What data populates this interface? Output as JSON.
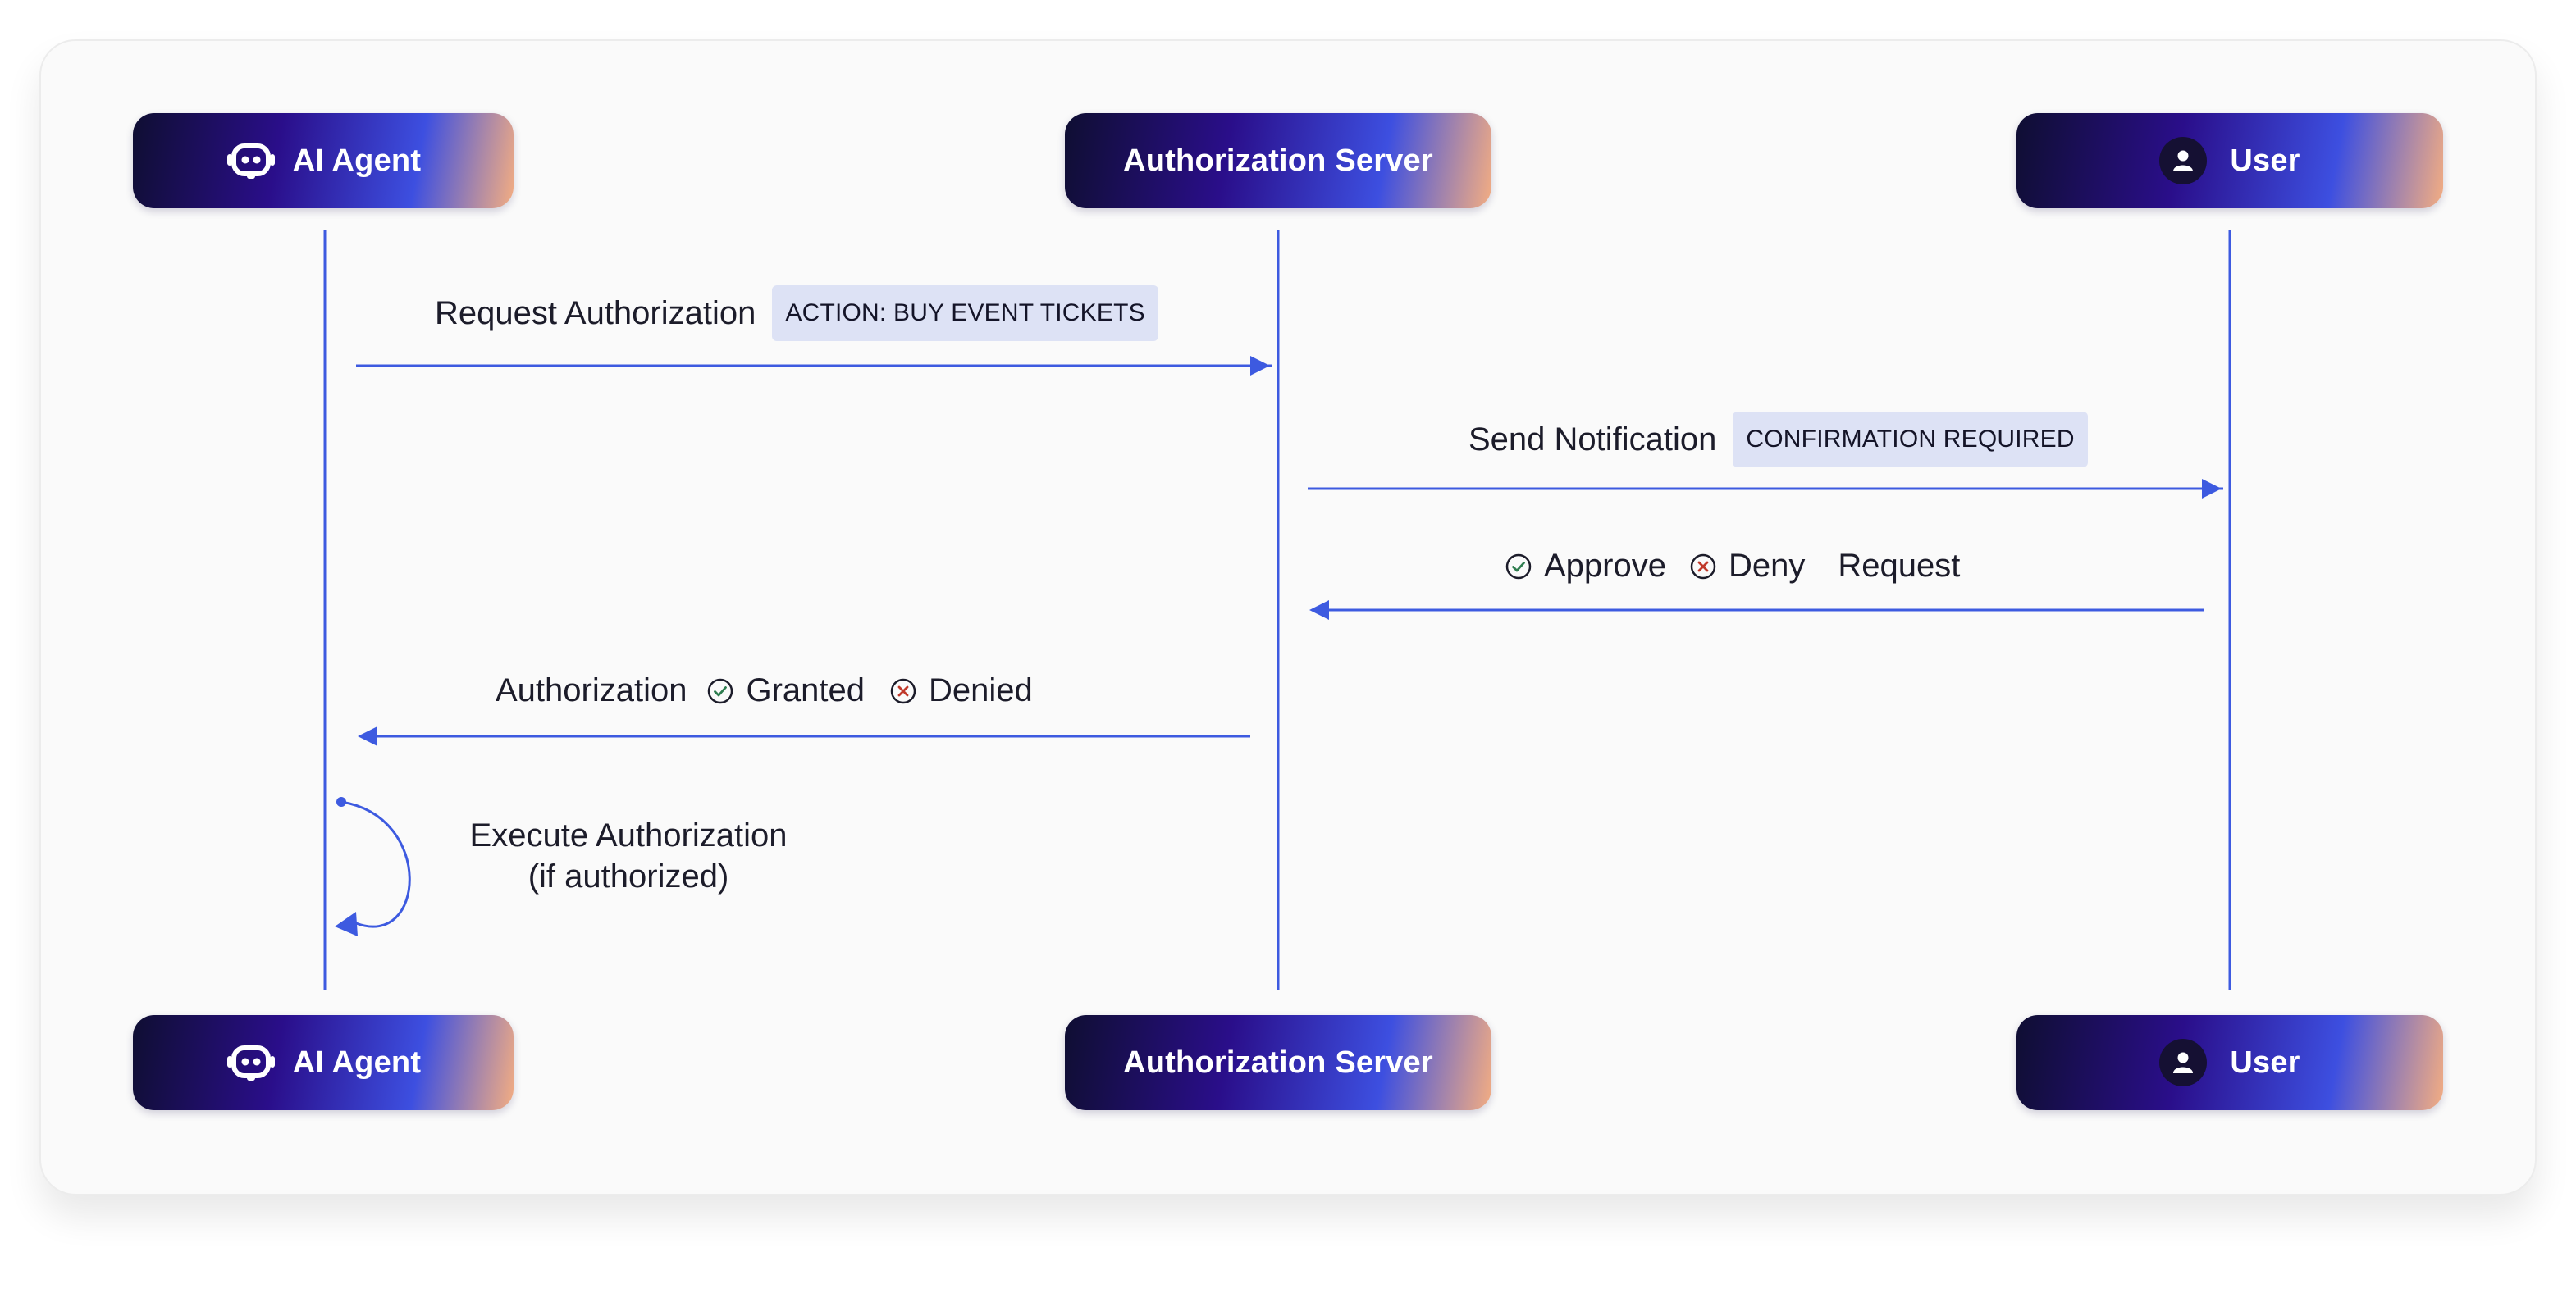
{
  "actors": {
    "agent": {
      "label": "AI Agent",
      "icon": "robot-icon"
    },
    "server": {
      "label": "Authorization Server"
    },
    "user": {
      "label": "User",
      "icon": "user-icon"
    }
  },
  "messages": {
    "request": {
      "text": "Request Authorization",
      "badge": "ACTION: BUY EVENT TICKETS"
    },
    "notify": {
      "text": "Send Notification",
      "badge": "CONFIRMATION REQUIRED"
    },
    "response": {
      "approve": "Approve",
      "deny": "Deny",
      "suffix": "Request"
    },
    "result": {
      "prefix": "Authorization",
      "granted": "Granted",
      "denied": "Denied"
    },
    "execute": {
      "line1": "Execute Authorization",
      "line2": "(if authorized)"
    }
  },
  "colors": {
    "line": "#3d5ae0",
    "approve": "#2e7d4f",
    "deny": "#c0392b",
    "badge_bg": "#dde2f5"
  }
}
